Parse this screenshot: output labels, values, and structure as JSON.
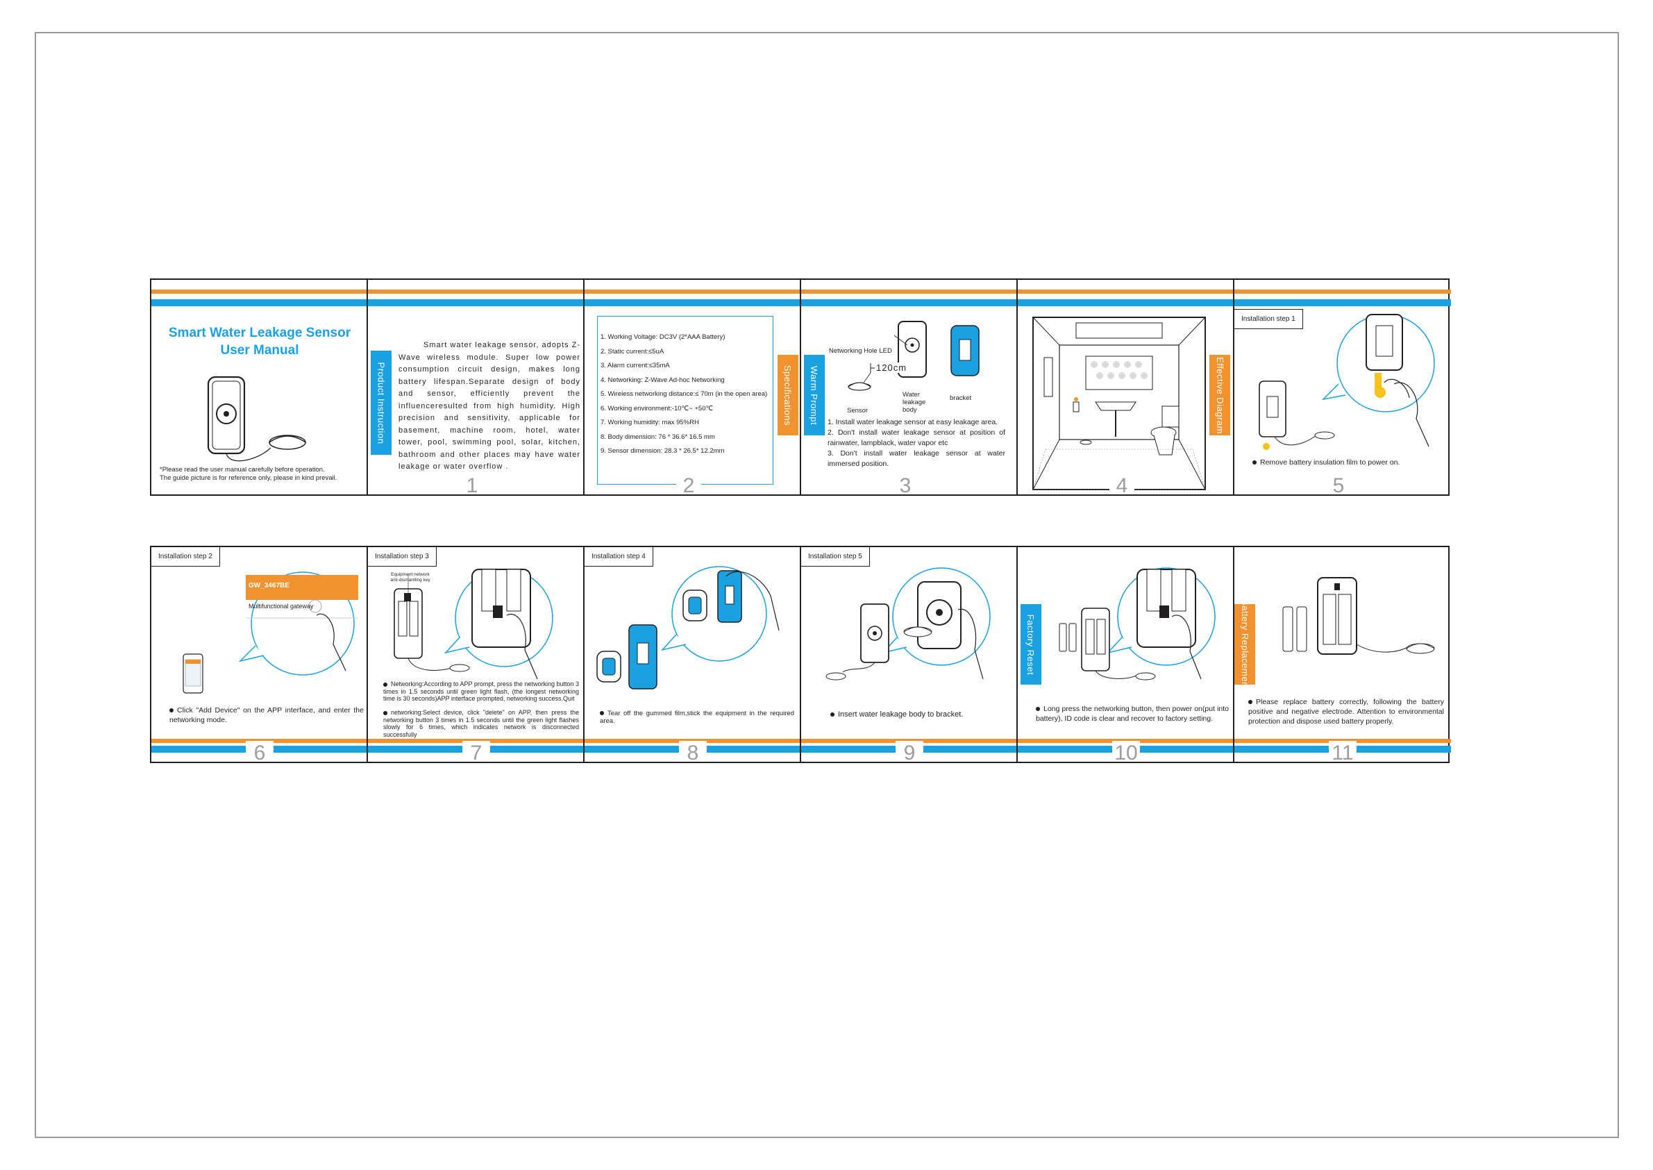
{
  "cover": {
    "title_line1": "Smart Water Leakage Sensor",
    "title_line2": "User Manual",
    "note_line1": "*Please read the user manual carefully before operation.",
    "note_line2": "The guide picture is for reference only, please in kind prevail."
  },
  "product_instruction": {
    "tab": "Product Instruction",
    "text": "Smart water leakage sensor, adopts Z-Wave wireless module. Super low power consumption circuit design, makes long battery lifespan.Separate design of body and sensor, efficiently prevent the influenceresulted from high humidity. High precision and sensitivity, applicable for basement, machine room, hotel, water tower, pool, swimming pool, solar, kitchen, bathroom and other places may have water leakage or water overflow ."
  },
  "specifications": {
    "tab": "Specifications",
    "items": [
      "1. Working Voltage: DC3V  (2*AAA Battery)",
      "2. Static current:≤5uA",
      "3. Alarm current:≤35mA",
      "4. Networking: Z-Wave Ad-hoc Networking",
      "5. Wireless networking distance:≤ 70m (in the open area)",
      "6. Working environment:-10℃~ +50℃",
      "7. Working humidity: max 95%RH",
      "8. Body dimension: 76 * 36.6* 16.5 mm",
      "9. Sensor dimension: 28.3 * 26.5* 12.2mm"
    ]
  },
  "warm_prompt": {
    "tab": "Warm Prompt",
    "labels": {
      "hole": "Networking Hole LED",
      "length": "120cm",
      "sensor": "Sensor",
      "body": "Water leakage body",
      "bracket": "bracket"
    },
    "items": [
      "1. Install water leakage sensor at easy leakage area.",
      "2. Don't install water leakage sensor at position of rainwater, lampblack, water vapor etc",
      "3. Don't install water leakage sensor at water immersed position."
    ]
  },
  "effective_diagram": {
    "tab": "Effective Diagram"
  },
  "step1": {
    "label": "Installation step 1",
    "caption": "Remove battery insulation film to power on."
  },
  "step2": {
    "label": "Installation step 2",
    "screen_title": "GW_3467BE",
    "screen_item": "Multifunctional gateway",
    "caption": "Click \"Add Device\" on the APP interface, and enter the networking mode."
  },
  "step3": {
    "label": "Installation step 3",
    "key_label": "Equipment network anti-dismantling key",
    "caption1": "Networking:According to APP prompt, press the networking button 3 times in 1.5 seconds until green light flash, (the longest networking time is 30 seconds)APP interface prompted, networking success.Quit",
    "caption2": "networking:Select device, click \"delete\" on APP, then press the networking button 3 times in 1.5 seconds until the green light flashes slowly for 6 times, which indicates network is disconnected successfully"
  },
  "step4": {
    "label": "Installation step 4",
    "caption": "Tear off the gummed film,stick the equipment in the required area."
  },
  "step5": {
    "label": "Installation step 5",
    "caption": "Insert water leakage  body to bracket."
  },
  "factory_reset": {
    "tab": "Factory Reset",
    "caption": "Long press the networking button, then power on(put into battery), ID code is clear and recover to factory setting."
  },
  "battery_replacement": {
    "tab": "Battery Replacement",
    "caption": "Please replace battery correctly, following the battery positive and negative electrode. Attention to environmental protection and dispose used battery properly."
  },
  "page_numbers": [
    "1",
    "2",
    "3",
    "4",
    "5",
    "6",
    "7",
    "8",
    "9",
    "10",
    "11"
  ],
  "colors": {
    "blue": "#1aa1e1",
    "orange": "#f0932f",
    "yellow": "#f6c21c"
  }
}
